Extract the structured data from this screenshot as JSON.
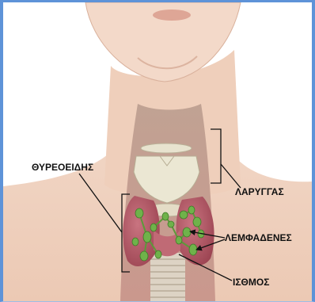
{
  "labels": {
    "thyroid": "ΘΥΡΕΟΕΙΔΗΣ",
    "larynx": "ΛΑΡΥΓΓΑΣ",
    "lymph_nodes": "ΛΕΜΦΑΔΕΝΕΣ",
    "isthmus": "ΙΣΘΜΟΣ"
  },
  "colors": {
    "frame": "#5e93d8",
    "skin": "#f0d2bf",
    "thyroid_gland": "#b65b67",
    "cartilage": "#ebe7d3",
    "lymph_node": "#6fb24a",
    "trachea": "#ddd3c4"
  }
}
